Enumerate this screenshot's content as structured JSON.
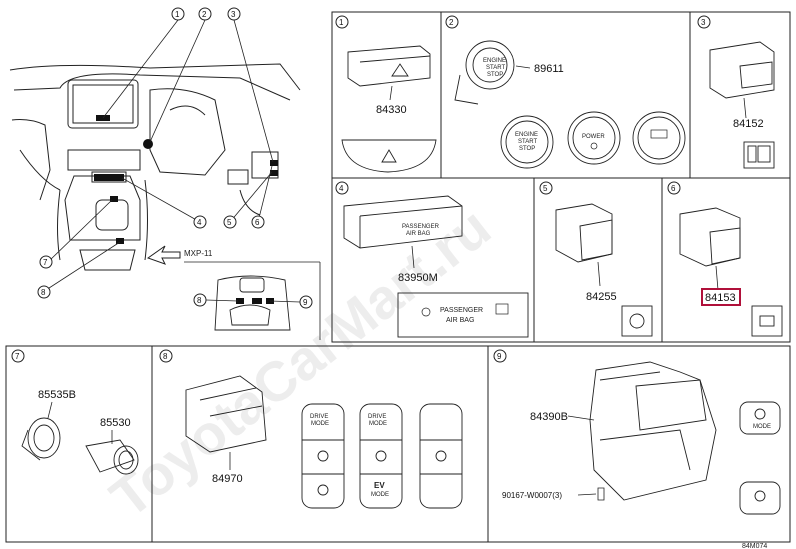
{
  "watermark": "ToyotaCarMart.ru",
  "overview": {
    "callouts": [
      "1",
      "2",
      "3",
      "4",
      "5",
      "6",
      "7",
      "8"
    ],
    "view_label": "MXP-11",
    "inset_callouts": [
      "8",
      "9"
    ]
  },
  "panels": [
    {
      "num": "1",
      "parts": [
        "84330"
      ]
    },
    {
      "num": "2",
      "parts": [
        "89611"
      ],
      "button_text": [
        "ENGINE\nSTART\nSTOP",
        "ENGINE\nSTART\nSTOP",
        "POWER"
      ]
    },
    {
      "num": "3",
      "parts": [
        "84152"
      ]
    },
    {
      "num": "4",
      "parts": [
        "83950M"
      ],
      "label": "PASSENGER\nAIR BAG"
    },
    {
      "num": "5",
      "parts": [
        "84255"
      ]
    },
    {
      "num": "6",
      "parts": [
        "84153"
      ]
    },
    {
      "num": "7",
      "parts": [
        "85535B",
        "85530"
      ]
    },
    {
      "num": "8",
      "parts": [
        "84970"
      ],
      "switch_labels": [
        "DRIVE MODE",
        "DRIVE MODE",
        "EV MODE"
      ]
    },
    {
      "num": "9",
      "parts": [
        "84390B",
        "90167-W0007(3)"
      ],
      "side_label": "MODE"
    }
  ],
  "diagram_id": "84M074",
  "colors": {
    "highlight": "#b0103a",
    "line": "#222222"
  }
}
